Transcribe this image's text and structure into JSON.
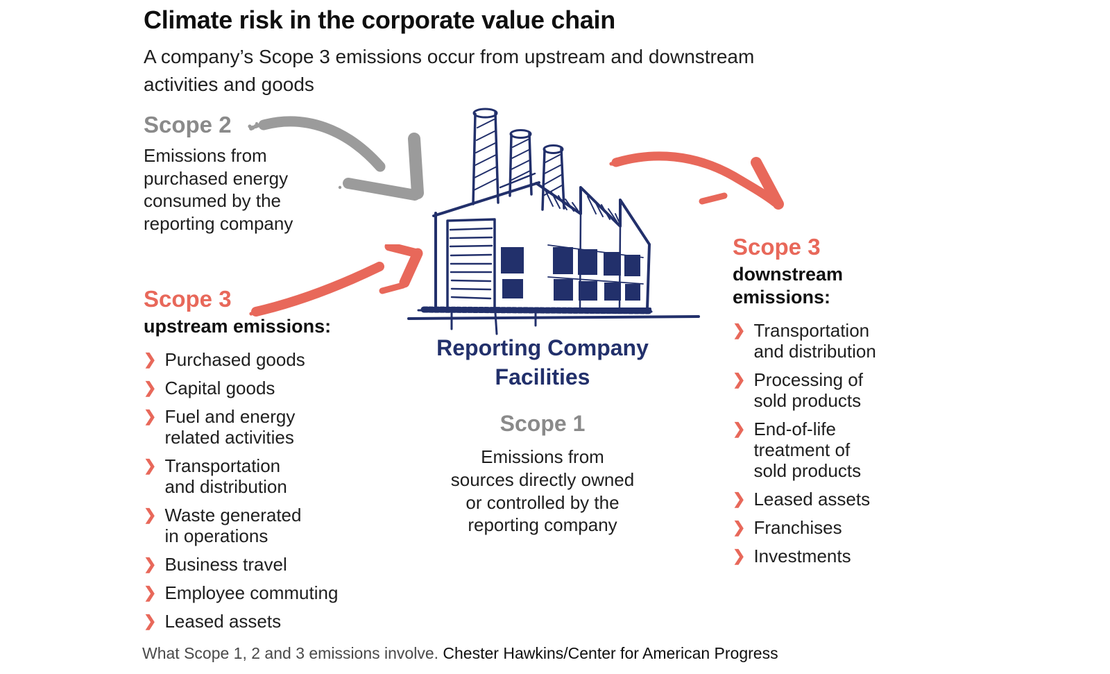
{
  "header": {
    "title": "Climate risk in the corporate value chain",
    "subtitle": "A company’s Scope 3 emissions occur from upstream and downstream\nactivities and goods"
  },
  "colors": {
    "coral": "#E8685A",
    "navy": "#22306B",
    "header_gray": "#8A8A8A",
    "arrow_gray": "#9B9B9B",
    "text": "#1F1F1F"
  },
  "icons": {
    "chevron_bullet": "❯",
    "scope2_arrow": "brush-arrow-down-right",
    "scope3_upstream_arrow": "brush-arrow-up-right",
    "scope3_downstream_arrow": "brush-arrow-down-right",
    "factory": "sketched-factory-building"
  },
  "scope2": {
    "label": "Scope 2",
    "description": "Emissions from\npurchased energy\nconsumed by the\nreporting company"
  },
  "facility": {
    "label": "Reporting Company\nFacilities"
  },
  "scope1": {
    "label": "Scope 1",
    "description": "Emissions from\nsources directly owned\nor controlled by the\nreporting company"
  },
  "scope3_upstream": {
    "label": "Scope 3",
    "sublabel": "upstream emissions:",
    "items": [
      "Purchased goods",
      "Capital goods",
      "Fuel and energy\nrelated activities",
      "Transportation\nand distribution",
      "Waste generated\nin operations",
      "Business travel",
      "Employee commuting",
      "Leased assets"
    ]
  },
  "scope3_downstream": {
    "label": "Scope 3",
    "sublabel": "downstream\nemissions:",
    "items": [
      "Transportation\nand distribution",
      "Processing of\nsold products",
      "End-of-life\ntreatment of\nsold products",
      "Leased assets",
      "Franchises",
      "Investments"
    ]
  },
  "footer": {
    "caption": "What Scope 1, 2 and 3 emissions involve. ",
    "credit": "Chester Hawkins/Center for American Progress"
  }
}
